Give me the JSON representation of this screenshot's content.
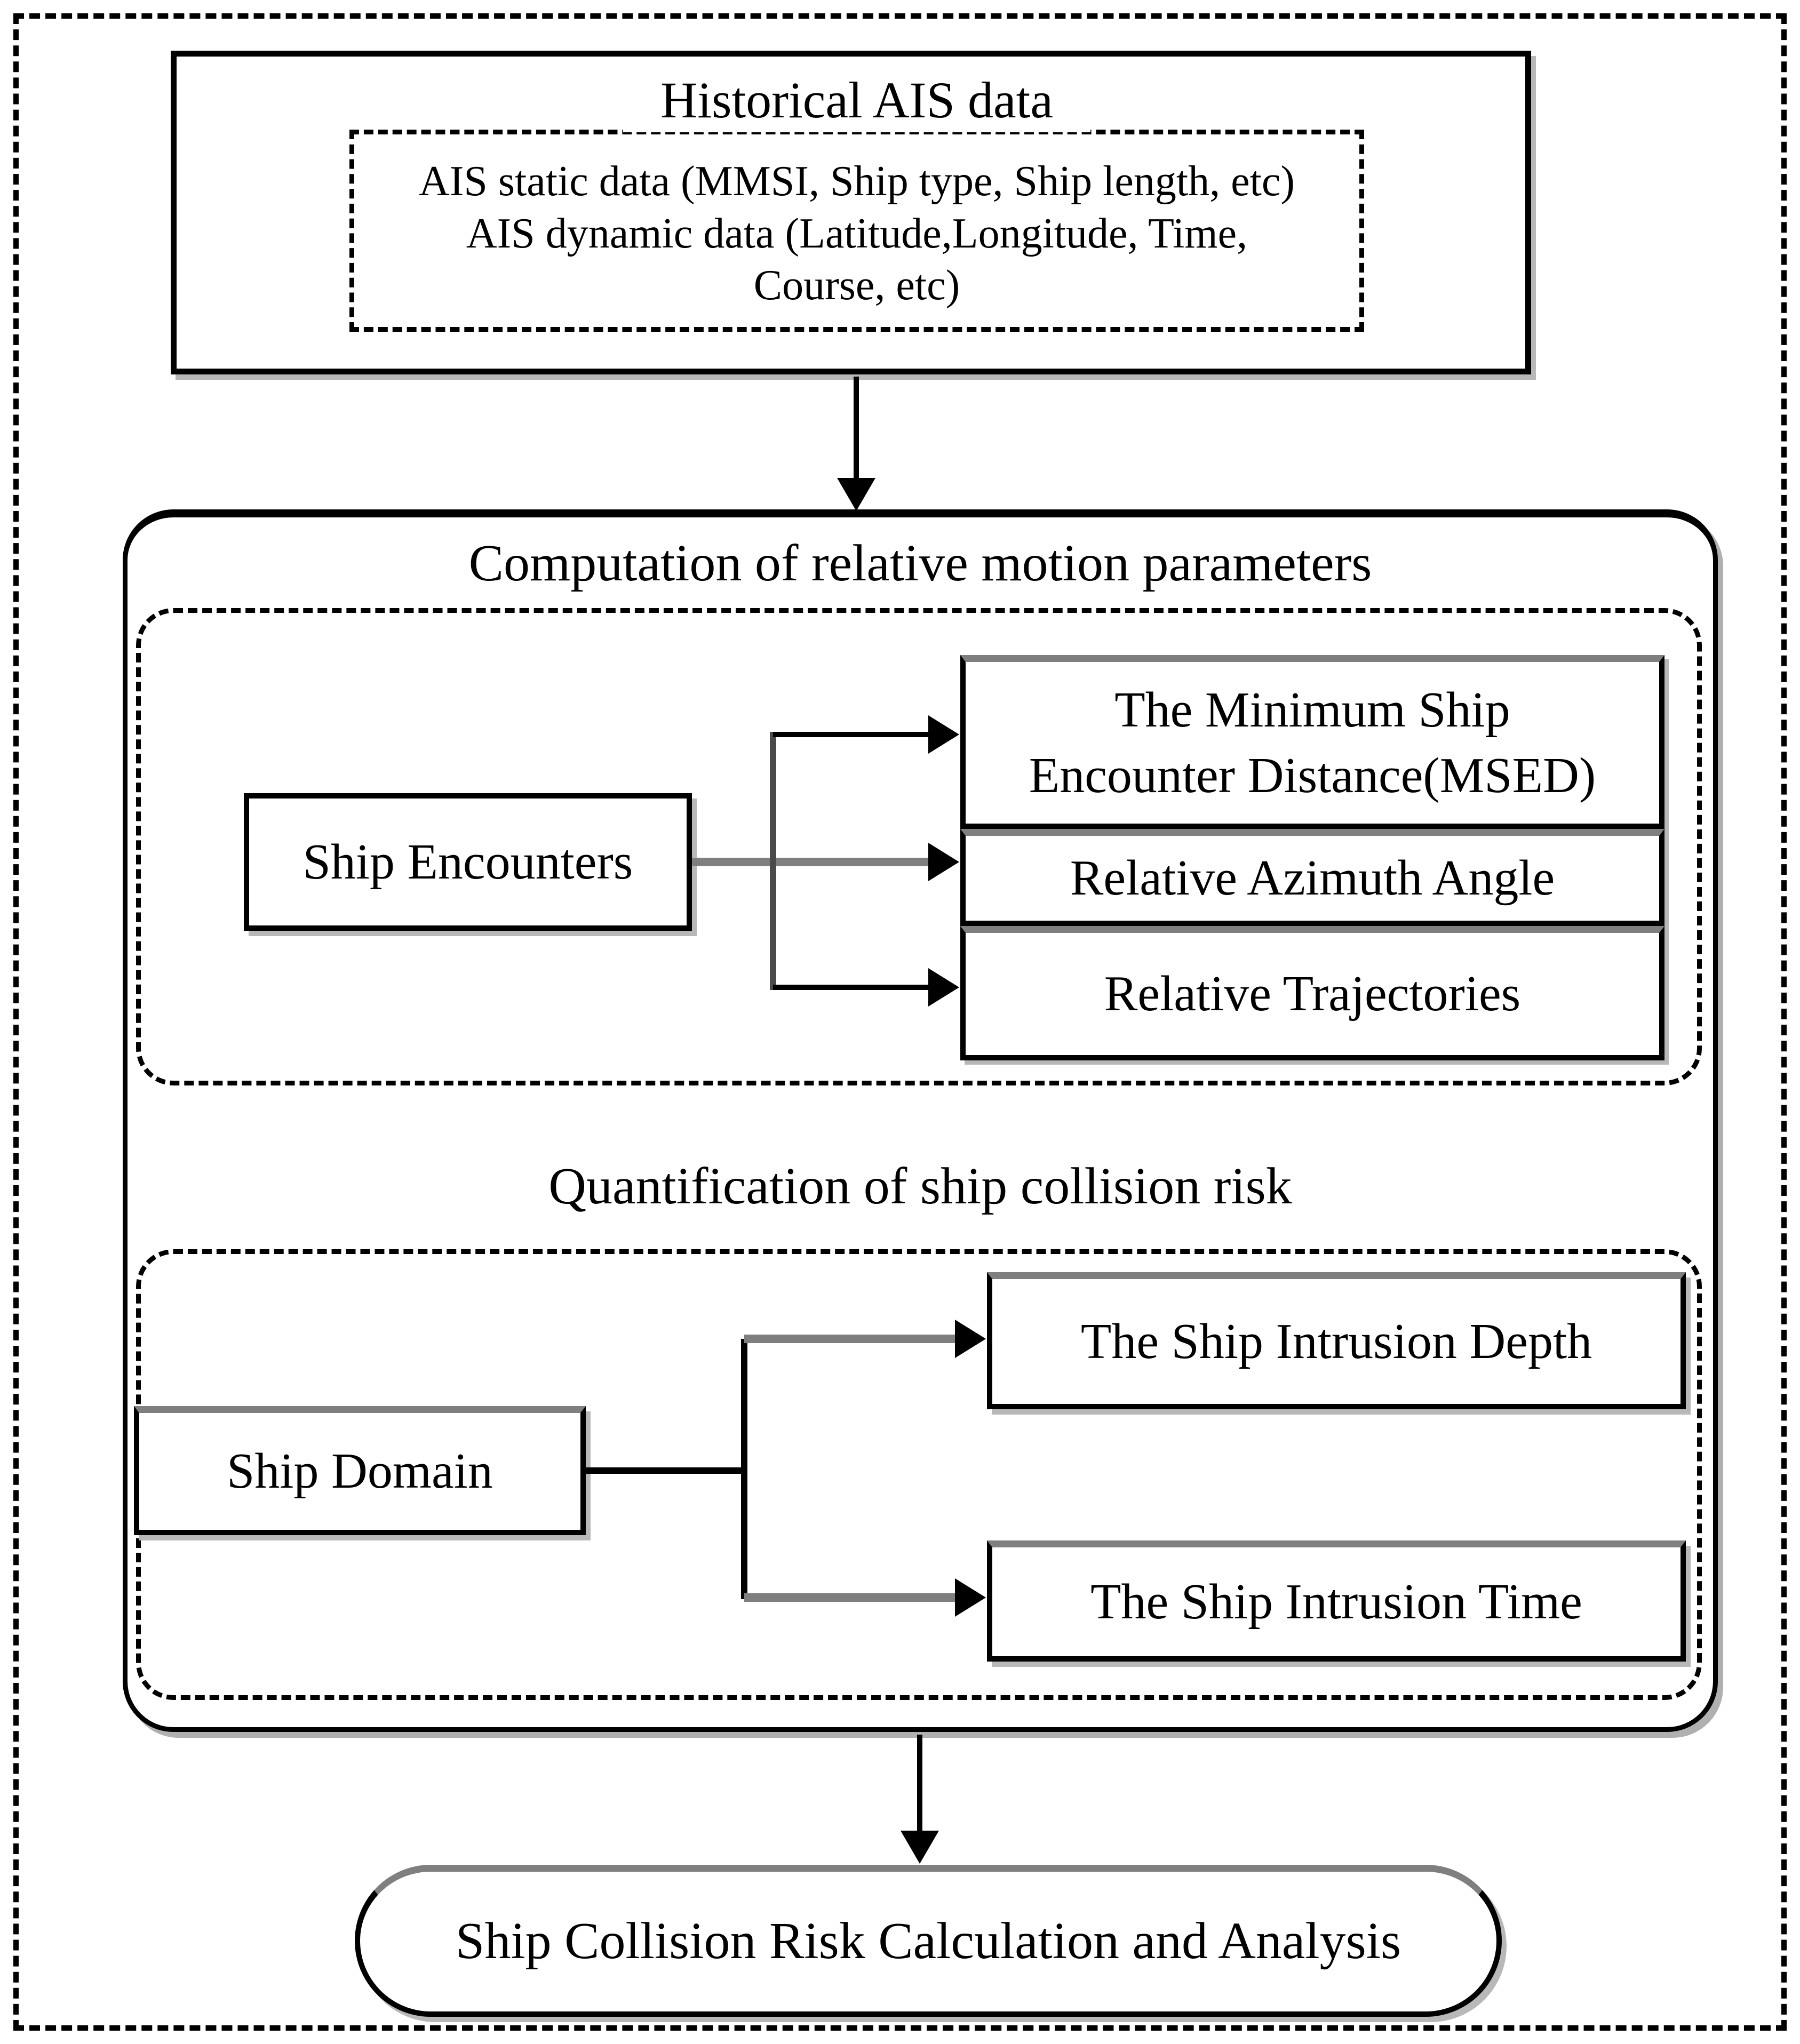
{
  "figure": {
    "historical": {
      "title": "Historical AIS data",
      "line1": "AIS static data (MMSI, Ship type, Ship length, etc)",
      "line2": "AIS dynamic data (Latitude,Longitude, Time,",
      "line3": "Course, etc)"
    },
    "computation": {
      "title": "Computation of relative motion parameters",
      "source": "Ship Encounters",
      "msed_line1": "The Minimum Ship",
      "msed_line2": "Encounter Distance(MSED)",
      "azimuth": "Relative Azimuth Angle",
      "trajectories": "Relative Trajectories"
    },
    "quantification": {
      "title": "Quantification of ship collision risk",
      "source": "Ship Domain",
      "depth": "The Ship Intrusion Depth",
      "time": "The Ship Intrusion Time"
    },
    "result": "Ship Collision Risk Calculation and Analysis"
  },
  "colors": {
    "border": "#000000",
    "connector_gray": "#7f7f7f",
    "shadow_gray": "#b8b8b8",
    "background": "#ffffff"
  }
}
